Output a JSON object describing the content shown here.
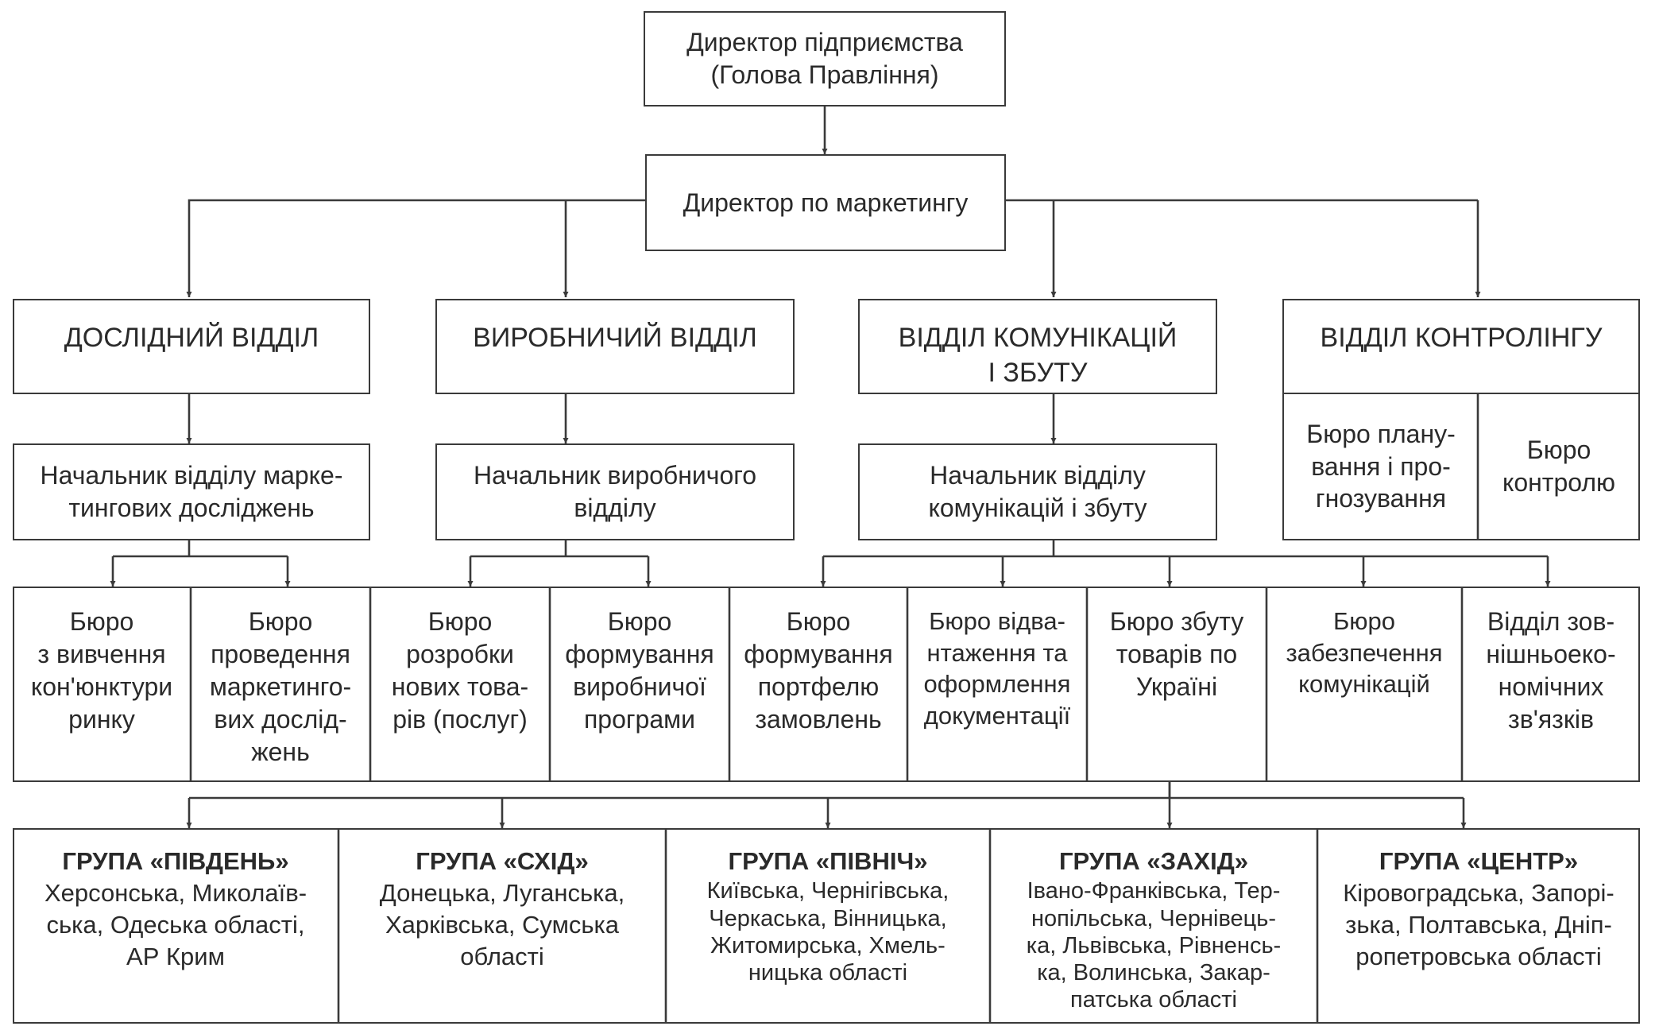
{
  "ceo": "Директор підприємства\n(Голова Правління)",
  "marketing_director": "Директор по маркетингу",
  "departments": {
    "research": "ДОСЛІДНИЙ ВІДДІЛ",
    "production": "ВИРОБНИЧИЙ ВІДДІЛ",
    "communications": "ВІДДІЛ КОМУНІКАЦІЙ\nІ ЗБУТУ",
    "controlling": "ВІДДІЛ КОНТРОЛІНГУ"
  },
  "heads": {
    "research": "Начальник відділу марке-\nтингових досліджень",
    "production": "Начальник виробничого\nвідділу",
    "communications": "Начальник відділу\nкомунікацій і збуту"
  },
  "controlling_bureaus": [
    "Бюро плану-\nвання і про-\nгнозування",
    "Бюро\nконтролю"
  ],
  "bureaus": [
    "Бюро\nз вивчення\nкон'юнктури\nринку",
    "Бюро\nпроведення\nмаркетинго-\nвих дослід-\nжень",
    "Бюро\nрозробки\nнових това-\nрів (послуг)",
    "Бюро\nформування\nвиробничої\nпрограми",
    "Бюро\nформування\nпортфелю\nзамовлень",
    "Бюро відва-\nнтаження та\nоформлення\nдокументації",
    "Бюро збуту\nтоварів по\nУкраїні",
    "Бюро\nзабезпечення\nкомунікацій",
    "Відділ зов-\nнішньоеко-\nномічних\nзв'язків"
  ],
  "groups": [
    {
      "title": "ГРУПА «ПІВДЕНЬ»",
      "regions": "Херсонська, Миколаїв-\nська, Одеська області,\nАР Крим"
    },
    {
      "title": "ГРУПА «СХІД»",
      "regions": "Донецька, Луганська,\nХарківська, Сумська\nобласті"
    },
    {
      "title": "ГРУПА «ПІВНІЧ»",
      "regions": "Київська, Чернігівська,\nЧеркаська, Вінницька,\nЖитомирська, Хмель-\nницька області"
    },
    {
      "title": "ГРУПА «ЗАХІД»",
      "regions": "Івано-Франківська, Тер-\nнопільська, Чернівець-\nка, Львівська, Рівненсь-\nка, Волинська, Закар-\nпатська області"
    },
    {
      "title": "ГРУПА «ЦЕНТР»",
      "regions": "Кіровоградська, Запорі-\nзька, Полтавська, Дніп-\nропетровська області"
    }
  ],
  "colors": {
    "line": "#3a3a3a",
    "text": "#2a2a2a",
    "background": "#ffffff"
  }
}
